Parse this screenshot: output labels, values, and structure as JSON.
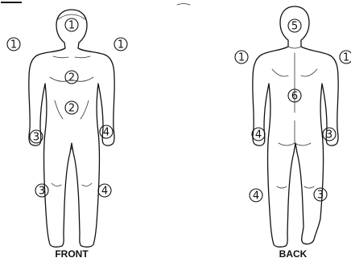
{
  "views": {
    "front": {
      "label": "FRONT",
      "markers": [
        "1",
        "1",
        "1",
        "2",
        "2",
        "3",
        "4",
        "3",
        "4"
      ]
    },
    "back": {
      "label": "BACK",
      "markers": [
        "5",
        "1",
        "1",
        "6",
        "4",
        "3",
        "4",
        "3"
      ]
    }
  },
  "colors": {
    "outline": "#111111",
    "background": "#ffffff"
  }
}
